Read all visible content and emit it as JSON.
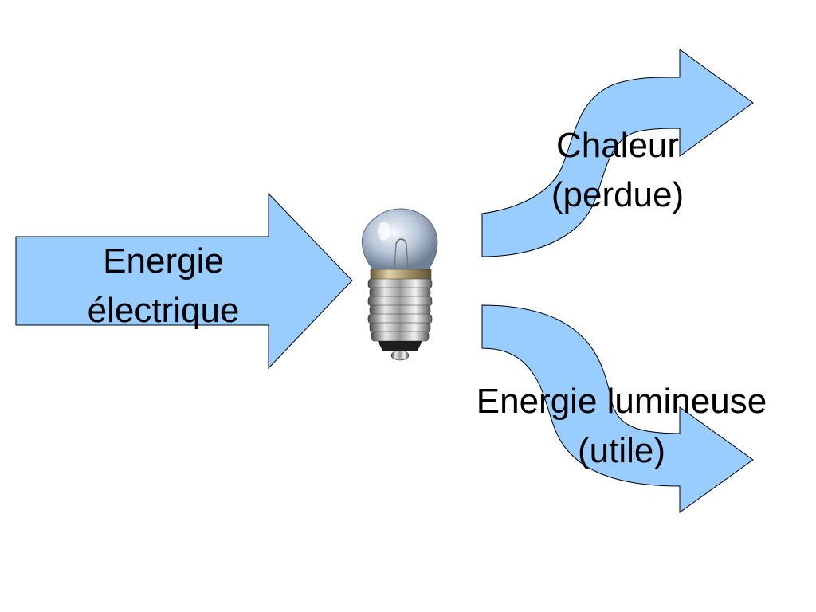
{
  "diagram": {
    "input": {
      "line1": "Energie",
      "line2": "électrique"
    },
    "output_heat": {
      "line1": "Chaleur",
      "line2": "(perdue)"
    },
    "output_light": {
      "line1": "Energie lumineuse",
      "line2": "(utile)"
    },
    "colors": {
      "arrow_fill": "#99ccff",
      "arrow_stroke": "#000000",
      "text": "#000000"
    },
    "icons": {
      "center": "light-bulb-icon"
    }
  }
}
